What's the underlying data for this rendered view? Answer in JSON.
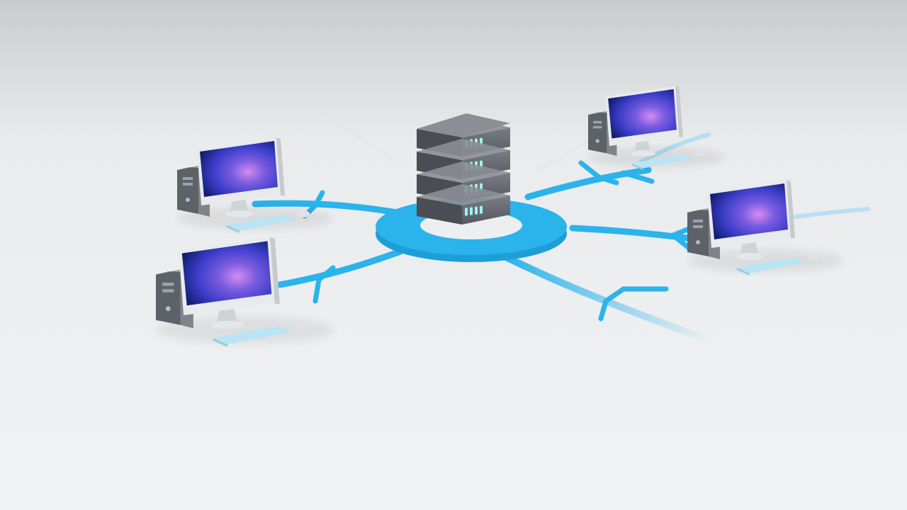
{
  "colors": {
    "background_top": "#c9cbce",
    "background_mid": "#e9ebed",
    "background_bottom": "#f1f2f4",
    "network_blue": "#2bb3ec",
    "network_blue_light": "#8fd7f6",
    "server_body": "#6d7177",
    "server_dark": "#4a4e54",
    "server_top": "#8b8f95",
    "server_led": "#9ff1f7",
    "tower_body": "#80848a",
    "tower_side": "#5d6168",
    "monitor_frame": "#e8eaec",
    "screen_dark": "#0d1a66",
    "screen_mid": "#3b3dc8",
    "screen_glow": "#d58cf0",
    "keyboard": "#b9e4f4"
  },
  "diagram": {
    "hub": {
      "label_icon": "server-rack-icon",
      "rack_units": 4
    },
    "nodes": [
      {
        "id": "workstation-top-left",
        "icon": "desktop-computer-icon"
      },
      {
        "id": "workstation-bottom-left",
        "icon": "desktop-computer-icon"
      },
      {
        "id": "workstation-top-right",
        "icon": "desktop-computer-icon"
      },
      {
        "id": "workstation-middle-right",
        "icon": "desktop-computer-icon"
      }
    ],
    "open_links": 1
  }
}
